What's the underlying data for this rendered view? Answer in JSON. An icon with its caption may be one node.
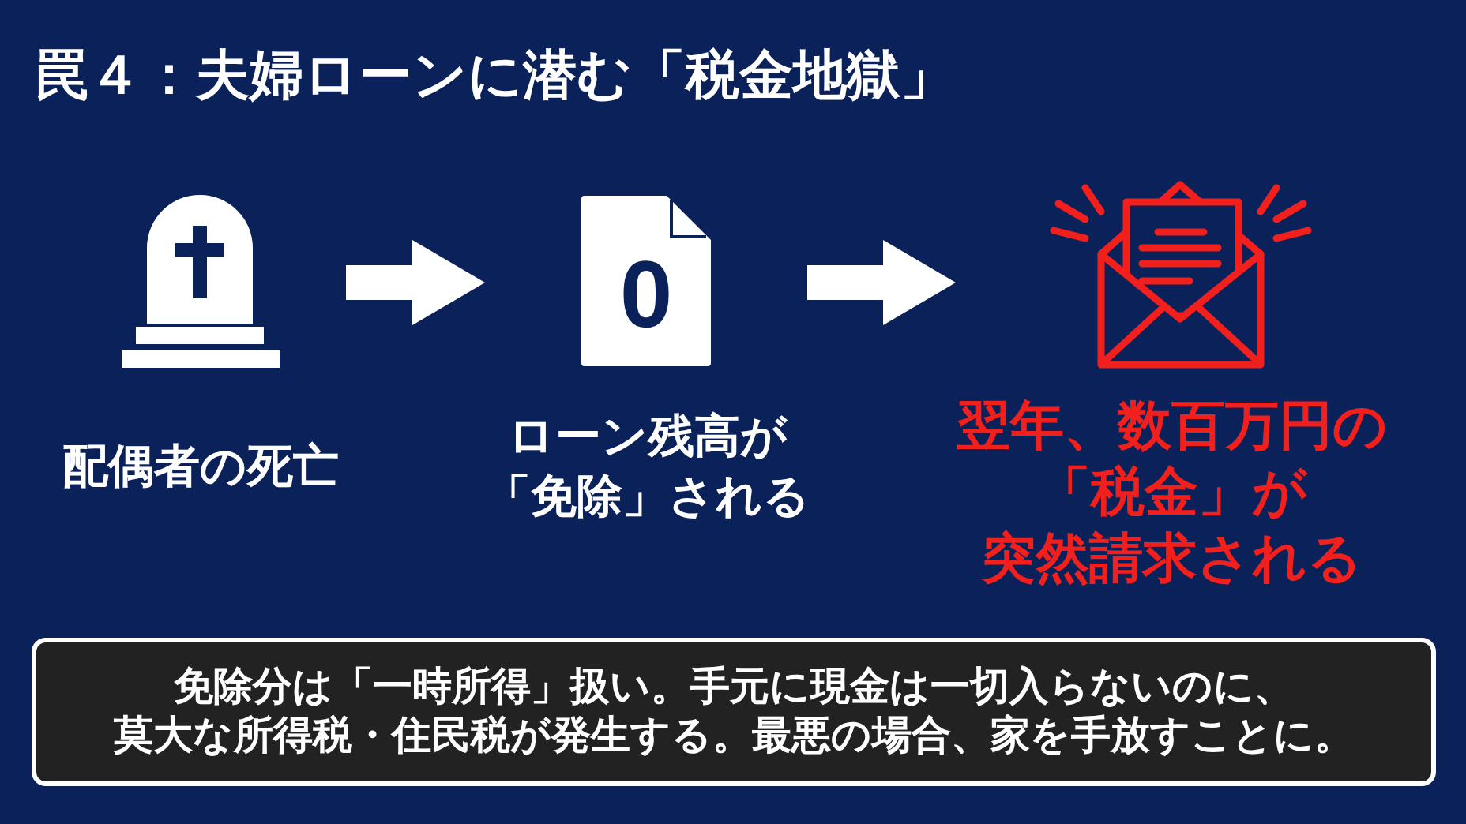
{
  "diagram": {
    "title": "罠４：夫婦ローンに潜む「税金地獄」",
    "nodes": [
      {
        "text": [
          "配偶者の死亡"
        ]
      },
      {
        "text": [
          "0",
          "ローン残高が「免除」される"
        ]
      },
      {
        "text": [
          "翌年、数百万円の「税金」が突然請求される"
        ]
      },
      {
        "text": [
          "免除分は「一時所得」扱い。手元に現金は一切入らないのに、莫大な所得税・住民税が発生する。最悪の場合、家を手放すことに。"
        ]
      }
    ],
    "edges": [
      {
        "from": 0,
        "to": 1,
        "arrow": "to"
      },
      {
        "from": 1,
        "to": 2,
        "arrow": "to"
      }
    ]
  }
}
